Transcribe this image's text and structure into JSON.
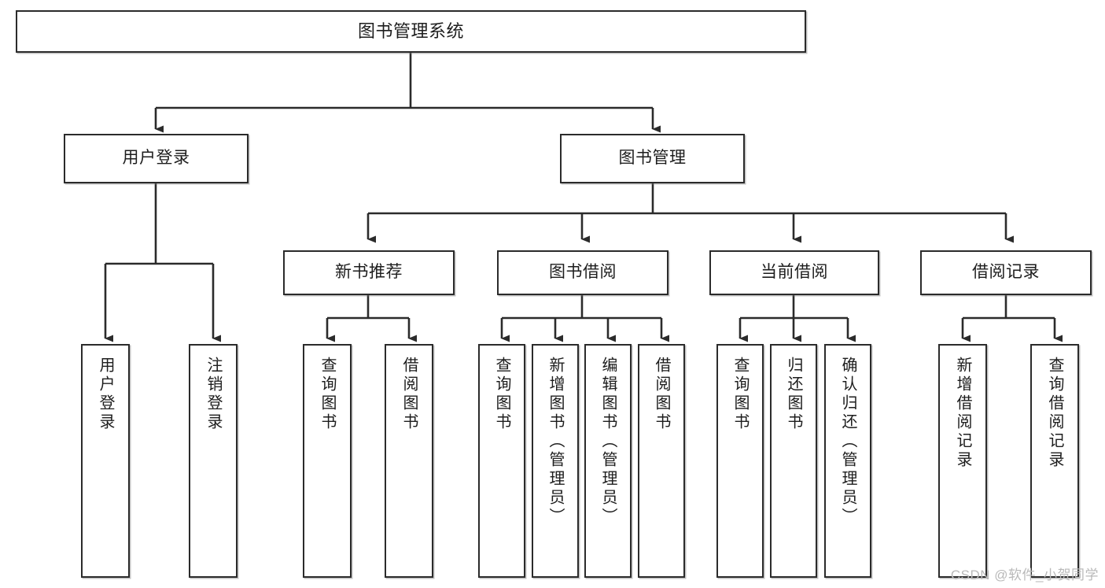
{
  "diagram": {
    "title": "图书管理系统",
    "type": "hierarchy-tree",
    "watermark": "CSDN @软件_小贺同学",
    "colors": {
      "stroke": "#2b2b2b",
      "fill": "#ffffff",
      "text": "#1d1d1d",
      "watermark": "#b9b9b9"
    },
    "nodes": {
      "root": {
        "label": "图书管理系统"
      },
      "level2": [
        {
          "label": "用户登录"
        },
        {
          "label": "图书管理"
        }
      ],
      "level3": [
        {
          "label": "新书推荐"
        },
        {
          "label": "图书借阅"
        },
        {
          "label": "当前借阅"
        },
        {
          "label": "借阅记录"
        }
      ],
      "leaves": {
        "user_login": [
          {
            "label": "用户登录"
          },
          {
            "label": "注销登录"
          }
        ],
        "new_book": [
          {
            "label": "查询图书"
          },
          {
            "label": "借阅图书"
          }
        ],
        "book_borrow": [
          {
            "label": "查询图书"
          },
          {
            "label": "新增图书（管理员）"
          },
          {
            "label": "编辑图书（管理员）"
          },
          {
            "label": "借阅图书"
          }
        ],
        "current_borrow": [
          {
            "label": "查询图书"
          },
          {
            "label": "归还图书"
          },
          {
            "label": "确认归还（管理员）"
          }
        ],
        "borrow_record": [
          {
            "label": "新增借阅记录"
          },
          {
            "label": "查询借阅记录"
          }
        ]
      }
    }
  }
}
